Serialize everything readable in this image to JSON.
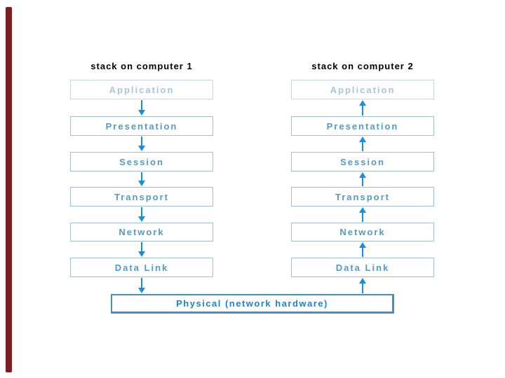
{
  "diagram": {
    "left_stack": {
      "title": "stack on computer 1",
      "arrow_direction": "down",
      "layers": [
        "Application",
        "Presentation",
        "Session",
        "Transport",
        "Network",
        "Data Link"
      ]
    },
    "right_stack": {
      "title": "stack on computer 2",
      "arrow_direction": "up",
      "layers": [
        "Application",
        "Presentation",
        "Session",
        "Transport",
        "Network",
        "Data Link"
      ]
    },
    "physical_layer": "Physical (network hardware)",
    "colors": {
      "accent_bar": "#7a1f21",
      "title_text": "#000000",
      "box_border": "#9dc1d1",
      "box_text": "#529bc4",
      "application_border": "#c5d7e0",
      "application_text": "#a9c6d8",
      "physical_border": "#4192c4",
      "physical_text": "#1985cf",
      "arrow": "#1a8fd9"
    }
  }
}
